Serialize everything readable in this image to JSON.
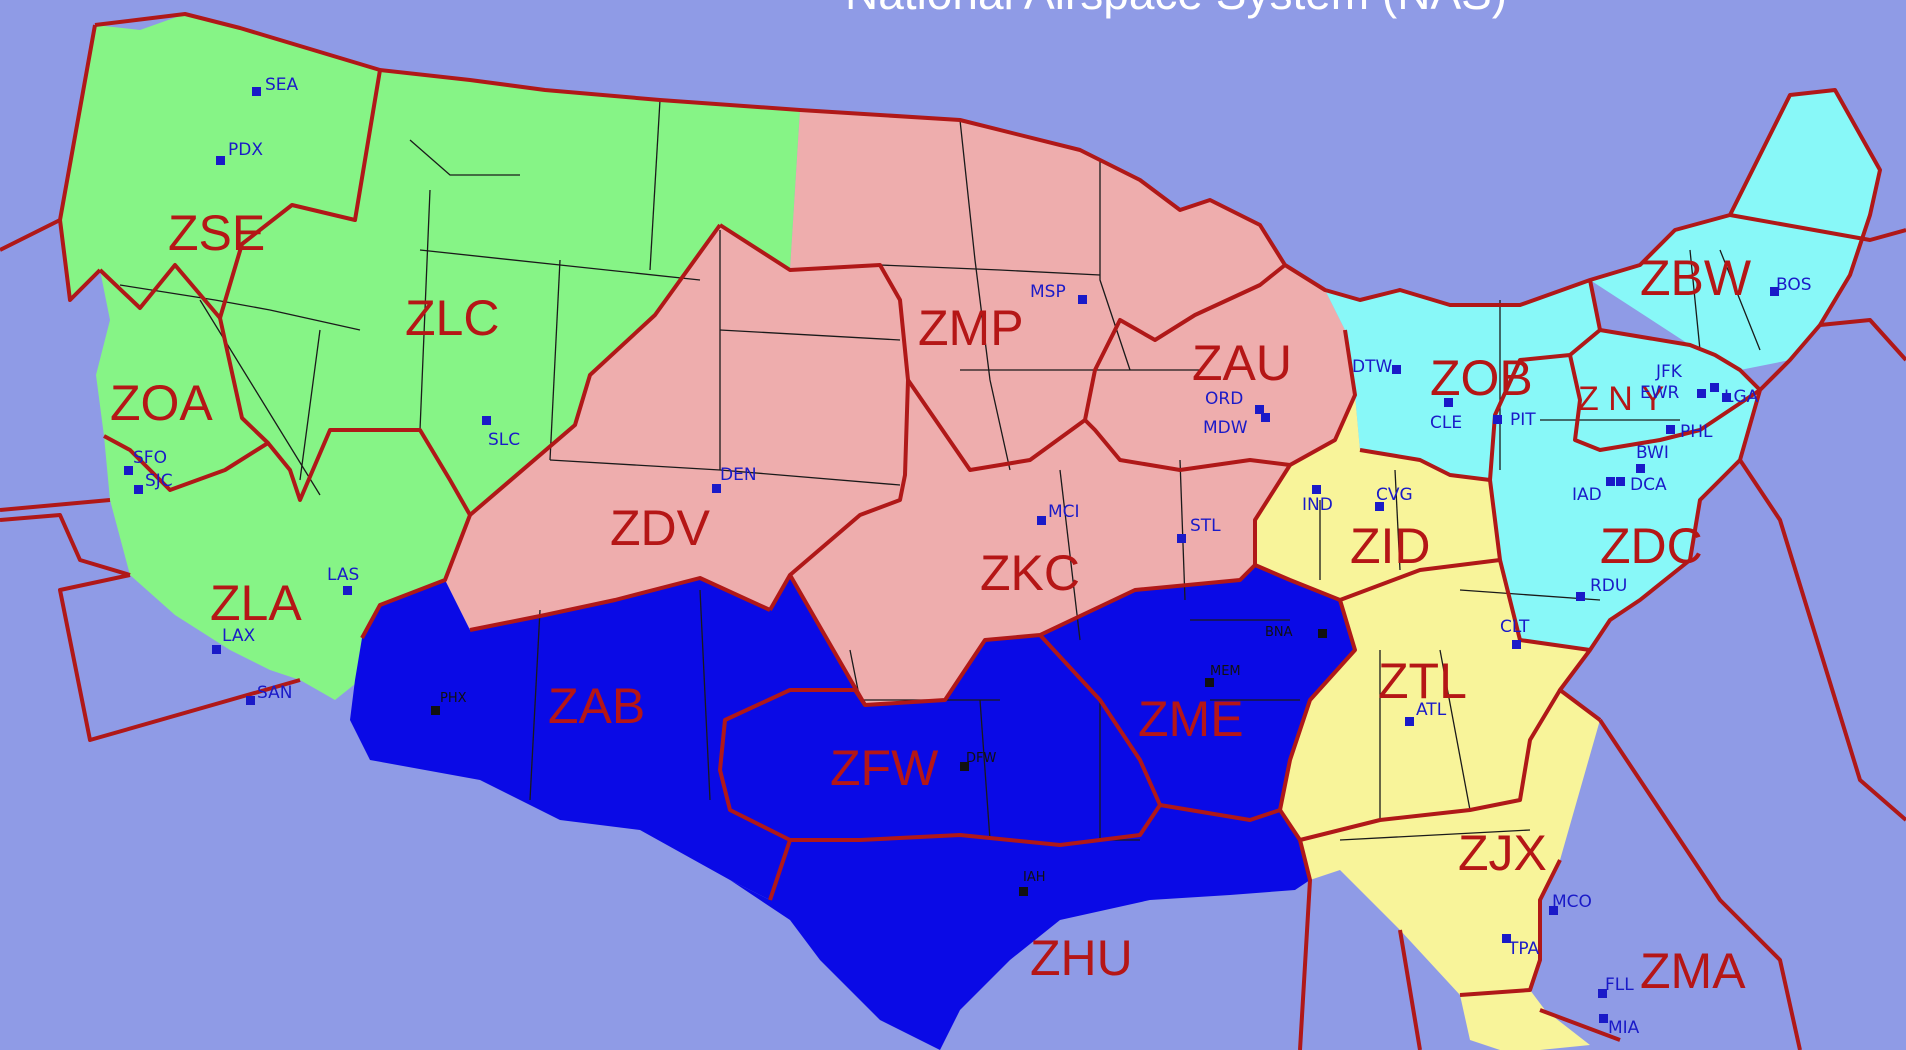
{
  "title": "National Airspace System (NAS)",
  "colors": {
    "background": "#8f9be6",
    "west": "#86f486",
    "central": "#eeadad",
    "south": "#0a0ae6",
    "east": "#88f8f8",
    "southeast": "#f8f49a",
    "boundary": "#b01818",
    "label": "#b51616",
    "airport_light": "#1a1ac8",
    "airport_dark": "#111111"
  },
  "centers": [
    {
      "id": "ZSE",
      "label": "ZSE",
      "fill": "west"
    },
    {
      "id": "ZLC",
      "label": "ZLC",
      "fill": "west"
    },
    {
      "id": "ZOA",
      "label": "ZOA",
      "fill": "west"
    },
    {
      "id": "ZLA",
      "label": "ZLA",
      "fill": "west"
    },
    {
      "id": "ZDV",
      "label": "ZDV",
      "fill": "central"
    },
    {
      "id": "ZMP",
      "label": "ZMP",
      "fill": "central"
    },
    {
      "id": "ZAU",
      "label": "ZAU",
      "fill": "central"
    },
    {
      "id": "ZKC",
      "label": "ZKC",
      "fill": "central"
    },
    {
      "id": "ZAB",
      "label": "ZAB",
      "fill": "south"
    },
    {
      "id": "ZFW",
      "label": "ZFW",
      "fill": "south"
    },
    {
      "id": "ZME",
      "label": "ZME",
      "fill": "south"
    },
    {
      "id": "ZHU",
      "label": "ZHU",
      "fill": "south"
    },
    {
      "id": "ZBW",
      "label": "ZBW",
      "fill": "east"
    },
    {
      "id": "ZOB",
      "label": "ZOB",
      "fill": "east"
    },
    {
      "id": "ZNY",
      "label": "Z N Y",
      "fill": "east"
    },
    {
      "id": "ZDC",
      "label": "ZDC",
      "fill": "east"
    },
    {
      "id": "ZID",
      "label": "ZID",
      "fill": "southeast"
    },
    {
      "id": "ZTL",
      "label": "ZTL",
      "fill": "southeast"
    },
    {
      "id": "ZJX",
      "label": "ZJX",
      "fill": "southeast"
    },
    {
      "id": "ZMA",
      "label": "ZMA",
      "fill": "southeast"
    }
  ],
  "airports": [
    {
      "code": "SEA",
      "dark": false
    },
    {
      "code": "PDX",
      "dark": false
    },
    {
      "code": "SFO",
      "dark": false
    },
    {
      "code": "SJC",
      "dark": false
    },
    {
      "code": "LAX",
      "dark": false
    },
    {
      "code": "SAN",
      "dark": false
    },
    {
      "code": "LAS",
      "dark": false
    },
    {
      "code": "SLC",
      "dark": false
    },
    {
      "code": "DEN",
      "dark": false
    },
    {
      "code": "PHX",
      "dark": true
    },
    {
      "code": "MSP",
      "dark": false
    },
    {
      "code": "MCI",
      "dark": false
    },
    {
      "code": "STL",
      "dark": false
    },
    {
      "code": "ORD",
      "dark": false
    },
    {
      "code": "MDW",
      "dark": false
    },
    {
      "code": "DTW",
      "dark": false
    },
    {
      "code": "CLE",
      "dark": false
    },
    {
      "code": "PIT",
      "dark": false
    },
    {
      "code": "IND",
      "dark": false
    },
    {
      "code": "CVG",
      "dark": false
    },
    {
      "code": "DFW",
      "dark": true
    },
    {
      "code": "IAH",
      "dark": true
    },
    {
      "code": "MEM",
      "dark": true
    },
    {
      "code": "BNA",
      "dark": true
    },
    {
      "code": "ATL",
      "dark": false
    },
    {
      "code": "CLT",
      "dark": false
    },
    {
      "code": "RDU",
      "dark": false
    },
    {
      "code": "IAD",
      "dark": false
    },
    {
      "code": "DCA",
      "dark": false
    },
    {
      "code": "BWI",
      "dark": false
    },
    {
      "code": "PHL",
      "dark": false
    },
    {
      "code": "EWR",
      "dark": false
    },
    {
      "code": "JFK",
      "dark": false
    },
    {
      "code": "LGA",
      "dark": false
    },
    {
      "code": "BOS",
      "dark": false
    },
    {
      "code": "MCO",
      "dark": false
    },
    {
      "code": "TPA",
      "dark": false
    },
    {
      "code": "FLL",
      "dark": false
    },
    {
      "code": "MIA",
      "dark": false
    }
  ]
}
